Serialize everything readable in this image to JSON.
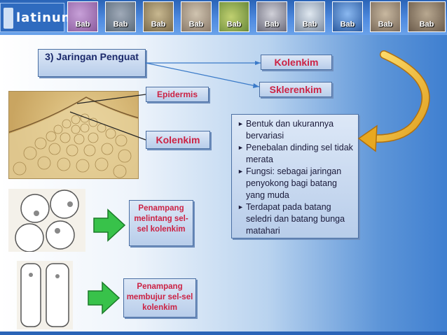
{
  "nav": {
    "logo_text": "latinum",
    "tabs": [
      {
        "label": "Bab",
        "color": "#8a5a9c"
      },
      {
        "label": "Bab",
        "color": "#5a6a7a"
      },
      {
        "label": "Bab",
        "color": "#7a6a4a"
      },
      {
        "label": "Bab",
        "color": "#8a7a6a"
      },
      {
        "label": "Bab",
        "color": "#6a8a3a"
      },
      {
        "label": "Bab",
        "color": "#6a6a7a"
      },
      {
        "label": "Bab",
        "color": "#7a8aa0"
      },
      {
        "label": "Bab",
        "color": "#2a5aa0"
      },
      {
        "label": "Bab",
        "color": "#7a6a5a"
      },
      {
        "label": "Bab",
        "color": "#6a5a4a"
      }
    ]
  },
  "slide": {
    "title": "3) Jaringan Penguat",
    "kolenkim_top": "Kolenkim",
    "sklerenkim": "Sklerenkim",
    "epidermis": "Epidermis",
    "kolenkim_label": "Kolenkim",
    "penampang_melintang": "Penampang melintang sel-sel kolenkim",
    "penampang_membujur": "Penampang membujur sel-sel kolenkim",
    "info_items": [
      "Bentuk dan ukurannya bervariasi",
      "Penebalan dinding sel tidak merata",
      "Fungsi: sebagai jaringan penyokong bagi batang yang muda",
      "Terdapat pada batang seledri dan batang bunga matahari"
    ]
  }
}
